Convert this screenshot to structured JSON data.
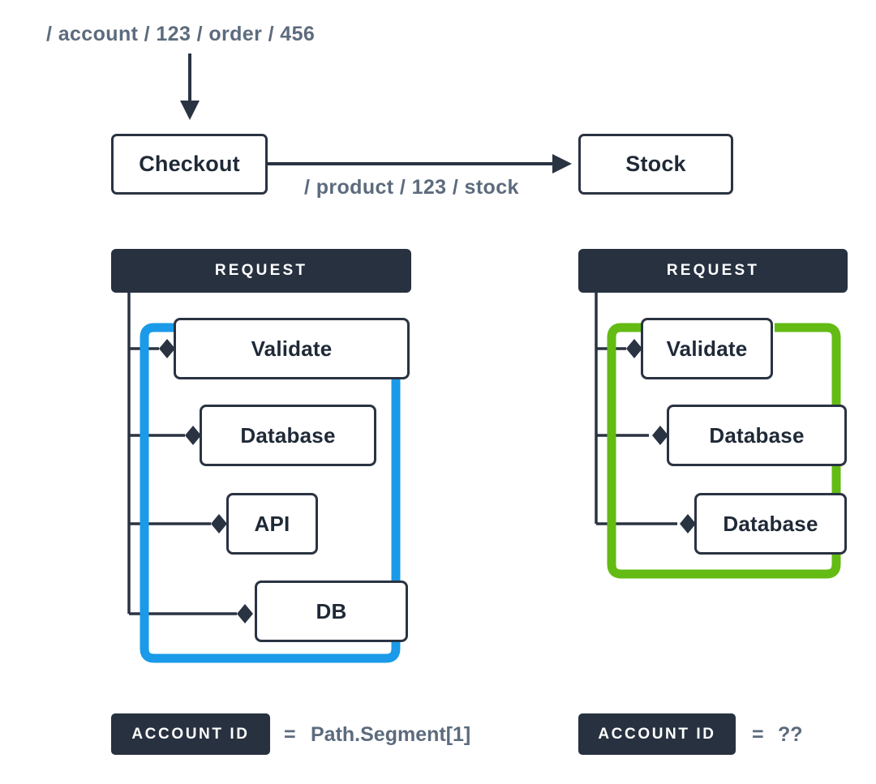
{
  "title": "Request path propagation diagram",
  "colors": {
    "dark": "#27313f",
    "muted_text": "#5c6b7d",
    "box_border": "#2a3342",
    "accent_blue": "#1a9ae8",
    "accent_green": "#63bb13",
    "background": "#ffffff"
  },
  "incoming_request": {
    "path_label": "/ account / 123 / order / 456",
    "arrow": "down-arrow-icon"
  },
  "services": {
    "source": {
      "label": "Checkout"
    },
    "target": {
      "label": "Stock"
    },
    "edge_label": "/ product / 123 / stock",
    "edge_arrow": "right-arrow-icon"
  },
  "panels": [
    {
      "id": "left",
      "header": "REQUEST",
      "trace_color": "#1a9ae8",
      "nodes": [
        {
          "label": "Validate"
        },
        {
          "label": "Database"
        },
        {
          "label": "API"
        },
        {
          "label": "DB"
        }
      ],
      "legend": {
        "chip": "ACCOUNT ID",
        "equals": "=",
        "value": "Path.Segment[1]"
      }
    },
    {
      "id": "right",
      "header": "REQUEST",
      "trace_color": "#63bb13",
      "nodes": [
        {
          "label": "Validate"
        },
        {
          "label": "Database"
        },
        {
          "label": "Database"
        }
      ],
      "legend": {
        "chip": "ACCOUNT ID",
        "equals": "=",
        "value": "??"
      }
    }
  ]
}
